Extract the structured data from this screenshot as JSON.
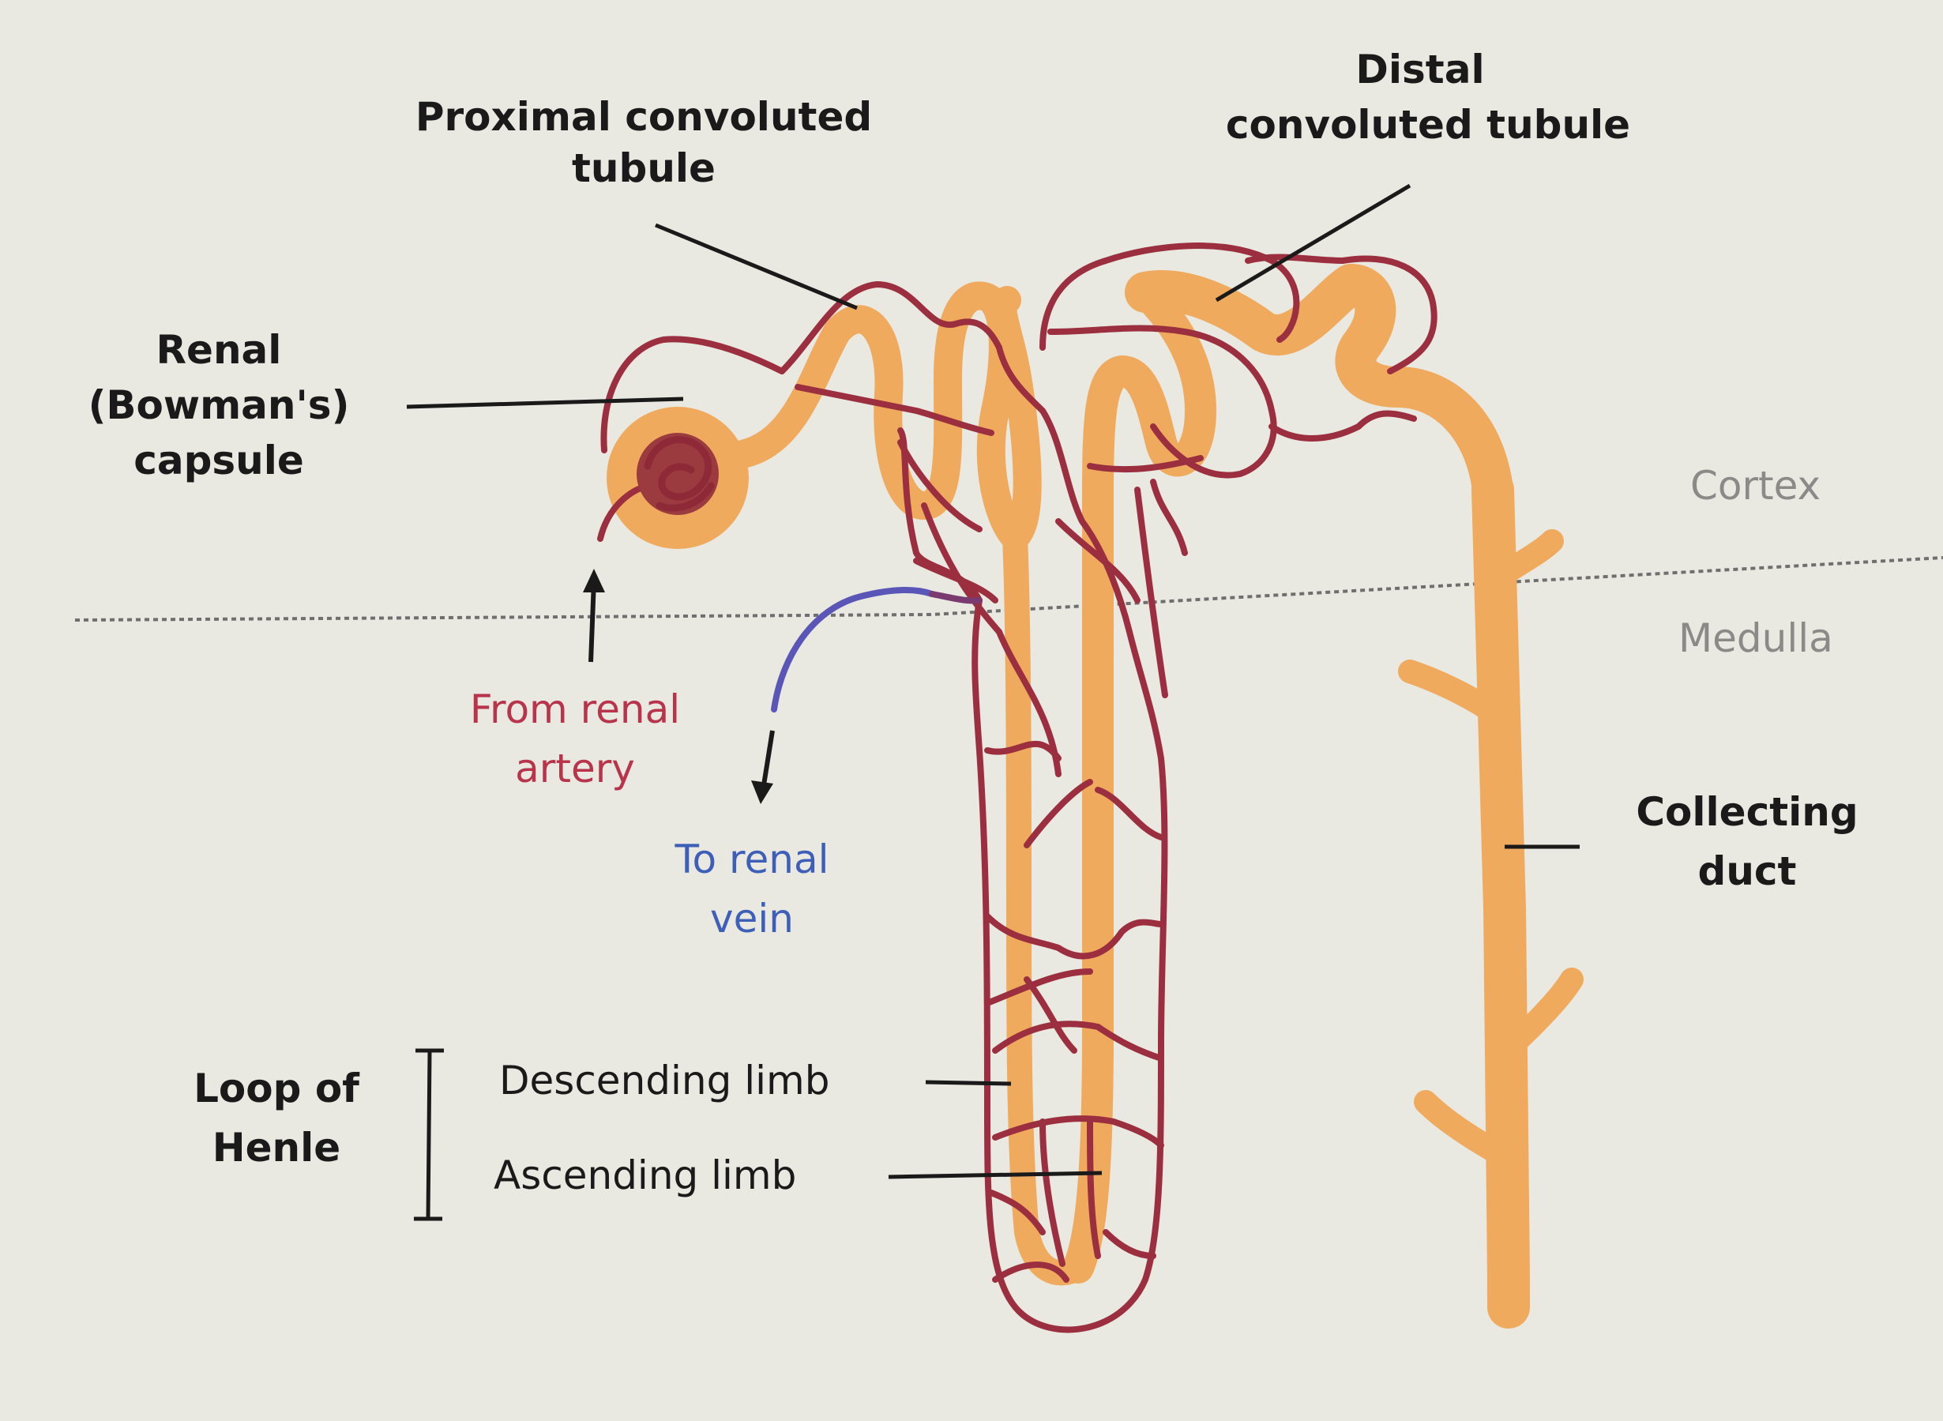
{
  "colors": {
    "background": "#e9e8e1",
    "tubule": "#efaa5e",
    "vessel": "#9b2f3f",
    "vein": "#5a56b8",
    "artery_text": "#b8344a",
    "vein_text": "#3e5fb8",
    "label": "#1a1a1a",
    "zone_text": "#8a8a88"
  },
  "labels": {
    "pct_line1": "Proximal convoluted",
    "pct_line2": "tubule",
    "dct_line1": "Distal",
    "dct_line2": "convoluted tubule",
    "capsule_line1": "Renal",
    "capsule_line2": "(Bowman's)",
    "capsule_line3": "capsule",
    "artery_line1": "From renal",
    "artery_line2": "artery",
    "vein_line1": "To renal",
    "vein_line2": "vein",
    "loop_line1": "Loop of",
    "loop_line2": "Henle",
    "descending": "Descending limb",
    "ascending": "Ascending limb",
    "duct_line1": "Collecting",
    "duct_line2": "duct",
    "cortex": "Cortex",
    "medulla": "Medulla"
  },
  "icons": [
    "up-arrow-icon",
    "down-arrow-icon"
  ]
}
